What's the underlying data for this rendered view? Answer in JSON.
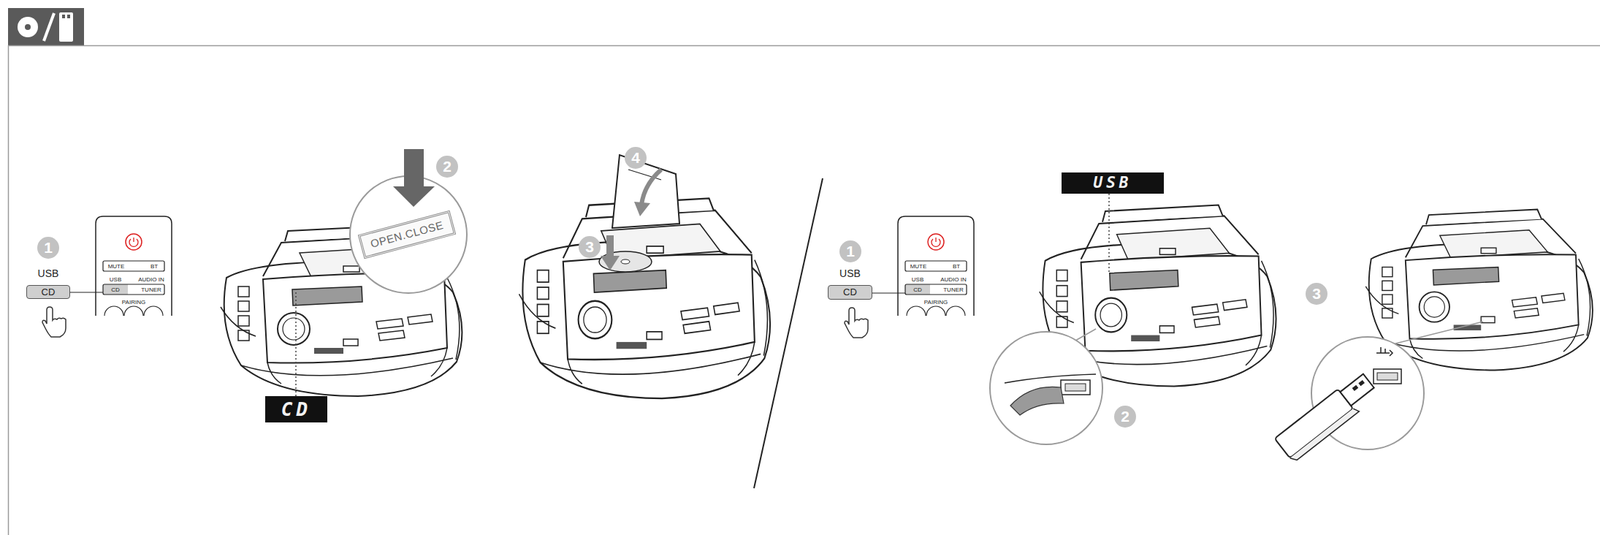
{
  "diagram": {
    "nodes": [
      {
        "text": [
          "1"
        ]
      },
      {
        "text": [
          "USB",
          "CD"
        ]
      },
      {
        "text": [
          "2"
        ]
      },
      {
        "text": [
          "OPEN.CLOSE"
        ]
      },
      {
        "text": [
          "CD"
        ]
      },
      {
        "text": [
          "4"
        ]
      },
      {
        "text": [
          "3"
        ]
      },
      {
        "text": [
          "1"
        ]
      },
      {
        "text": [
          "USB",
          "CD"
        ]
      },
      {
        "text": [
          "USB"
        ]
      },
      {
        "text": [
          "2"
        ]
      },
      {
        "text": [
          "3"
        ]
      }
    ],
    "labels": [
      "MUTE",
      "BT",
      "USB",
      "AUDIO IN",
      "CD",
      "TUNER",
      "PAIRING",
      "MUTE",
      "BT",
      "USB",
      "AUDIO IN",
      "CD",
      "TUNER",
      "PAIRING"
    ]
  }
}
